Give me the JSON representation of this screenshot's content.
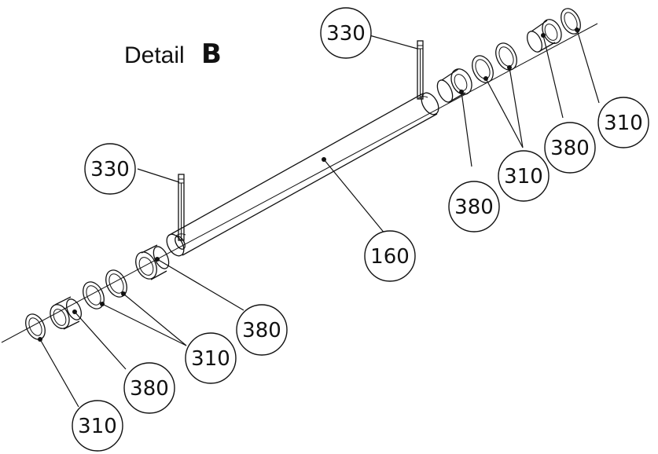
{
  "title": {
    "prefix": "Detail",
    "letter": "B"
  },
  "balloons": [
    {
      "id": "b330a",
      "label": "330"
    },
    {
      "id": "b330b",
      "label": "330"
    },
    {
      "id": "b160",
      "label": "160"
    },
    {
      "id": "b380a",
      "label": "380"
    },
    {
      "id": "b380b",
      "label": "380"
    },
    {
      "id": "b380c",
      "label": "380"
    },
    {
      "id": "b380d",
      "label": "380"
    },
    {
      "id": "b310a",
      "label": "310"
    },
    {
      "id": "b310b",
      "label": "310"
    },
    {
      "id": "b310c",
      "label": "310"
    },
    {
      "id": "b310d",
      "label": "310"
    }
  ]
}
